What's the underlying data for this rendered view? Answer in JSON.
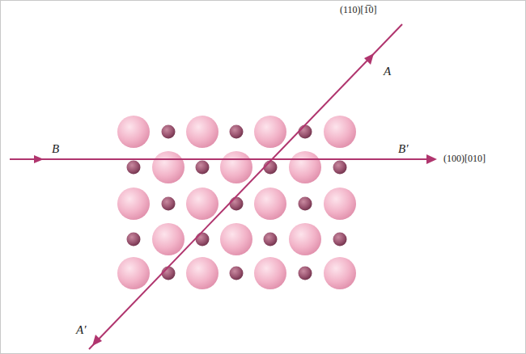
{
  "diagram": {
    "labels": [
      "(110)[1̅0]",
      "A",
      "A′",
      "B",
      "B′",
      "(100)[010]"
    ]
  }
}
